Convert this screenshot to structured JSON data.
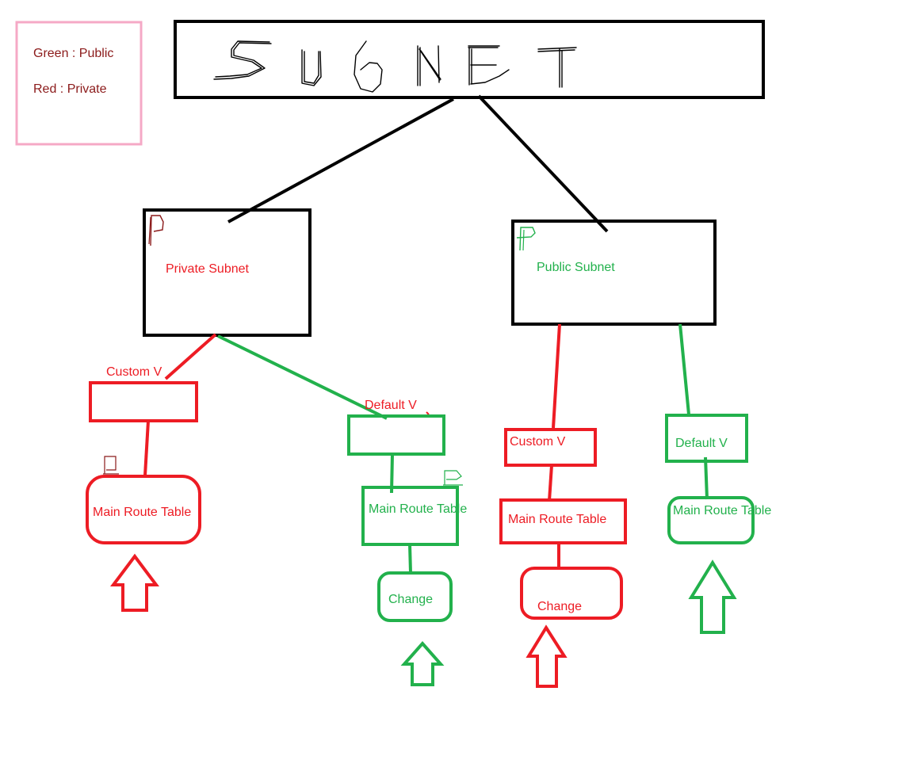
{
  "legend": {
    "green_entry": "Green : Public",
    "red_entry": "Red : Private"
  },
  "header": {
    "title": "SubNET"
  },
  "private_subnet": {
    "label": "Private Subnet",
    "custom_vpc": {
      "label": "Custom V",
      "route_table": "Main Route Table"
    },
    "default_vpc": {
      "label": "Default V",
      "route_table": "Main Route Table",
      "change": "Change"
    }
  },
  "public_subnet": {
    "label": "Public Subnet",
    "custom_vpc": {
      "label": "Custom V",
      "route_table": "Main Route Table",
      "change": "Change"
    },
    "default_vpc": {
      "label": "Default V",
      "route_table": "Main Route Table"
    }
  },
  "colors": {
    "red": "#ed1c24",
    "green": "#22b14c",
    "black": "#000000",
    "legend_border": "#f5a9c6",
    "legend_text": "#8b1a1a"
  }
}
